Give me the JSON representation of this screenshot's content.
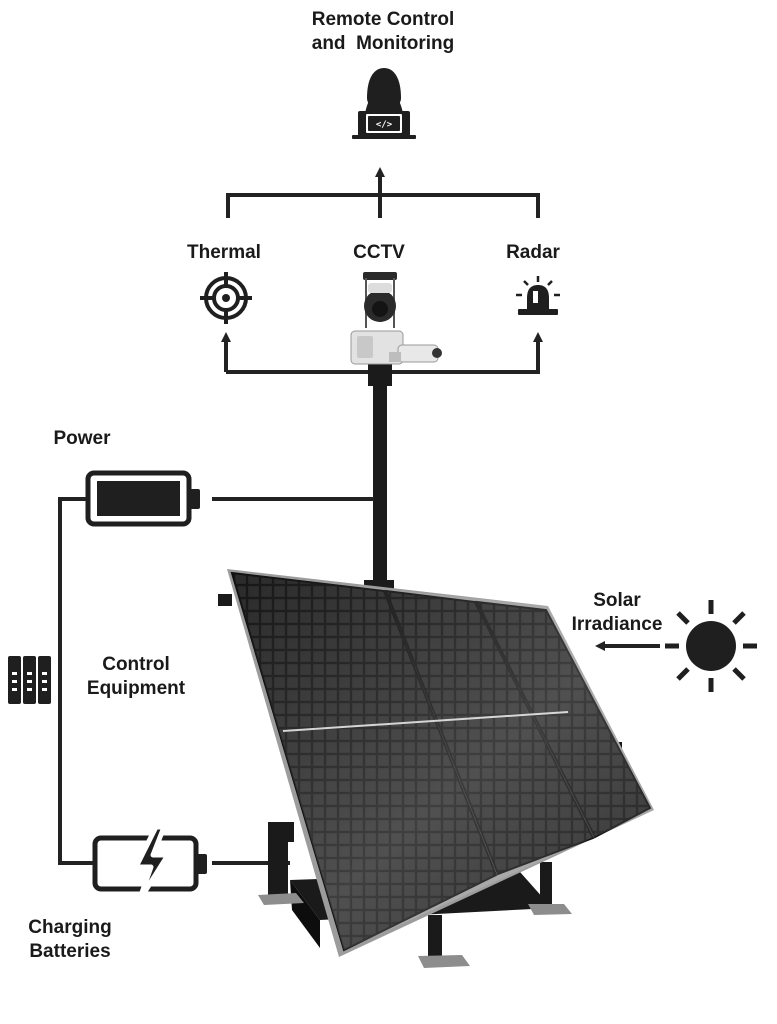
{
  "labels": {
    "remote_control": [
      "Remote Control",
      "and  Monitoring"
    ],
    "thermal": "Thermal",
    "cctv": "CCTV",
    "radar": "Radar",
    "power": "Power",
    "control_equipment": [
      "Control",
      "Equipment"
    ],
    "solar_irradiance": [
      "Solar",
      "Irradiance"
    ],
    "charging_batteries": [
      "Charging",
      "Batteries"
    ]
  },
  "icon_code_symbol": "</>",
  "colors": {
    "line": "#222222",
    "panel": "#141414",
    "panel_cell": "#2c2c2c",
    "camera": "#e4e4e4"
  }
}
